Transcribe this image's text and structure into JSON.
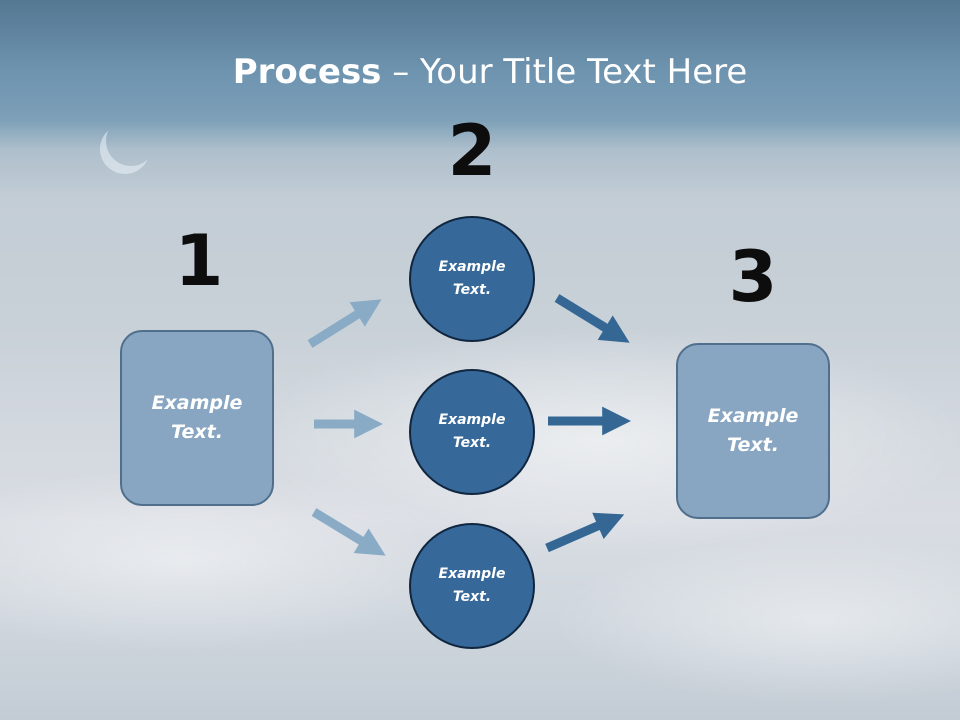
{
  "title": {
    "bold": "Process",
    "rest": " – Your Title Text Here"
  },
  "steps": {
    "one": "1",
    "two": "2",
    "three": "3"
  },
  "left_box": {
    "label": "Example\nText."
  },
  "right_box": {
    "label": "Example\nText."
  },
  "circles": [
    {
      "label": "Example\nText."
    },
    {
      "label": "Example\nText."
    },
    {
      "label": "Example\nText."
    }
  ],
  "colors": {
    "box_fill": "#88a6c1",
    "circle_fill": "#366899",
    "arrow_light": "#8aabc6",
    "arrow_dark": "#356795"
  }
}
